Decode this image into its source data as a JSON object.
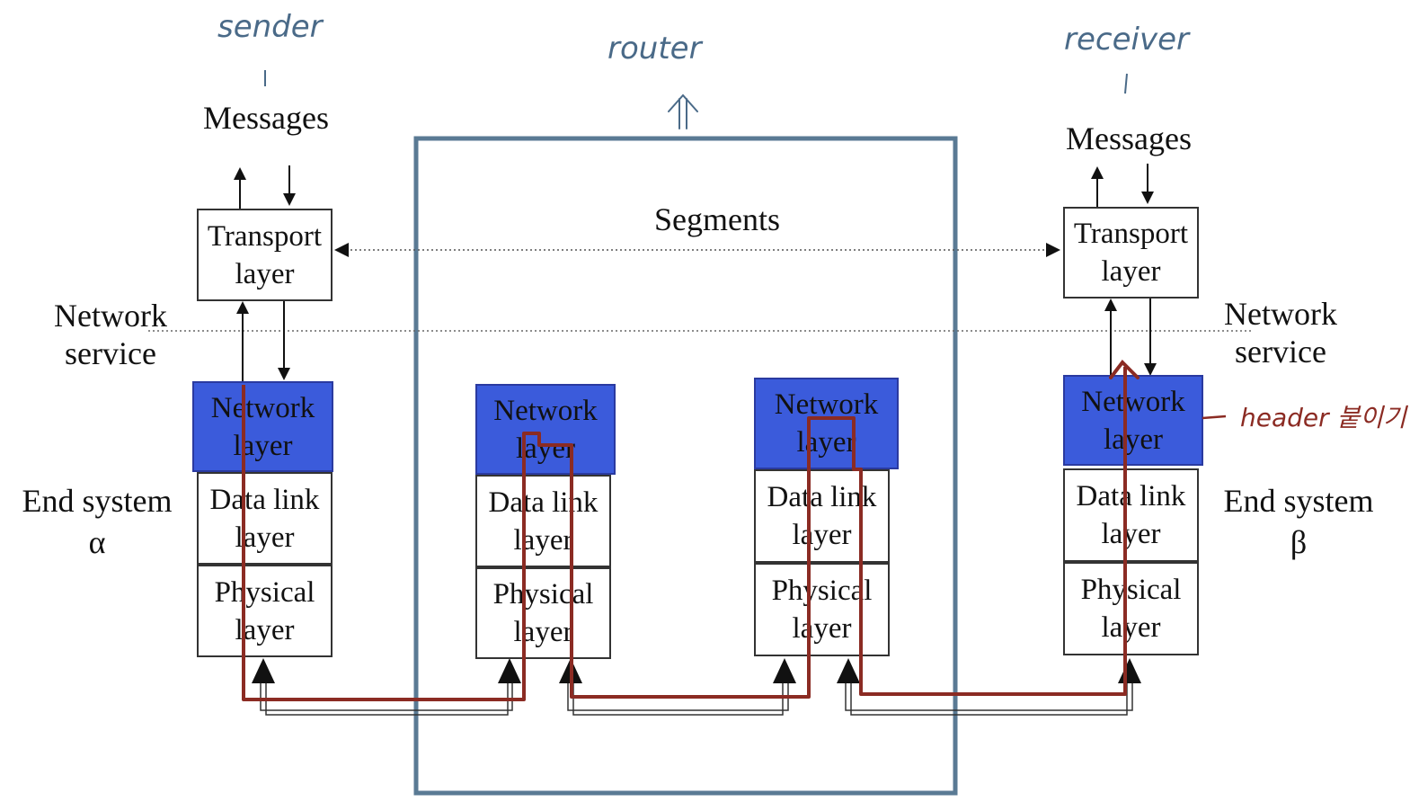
{
  "colors": {
    "network_layer_fill": "#3b5bdb",
    "router_frame": "#5a7a94",
    "packet_path": "#8b2b23",
    "handwriting_blue": "#4a6a88",
    "handwriting_red": "#8b2b23"
  },
  "annotations": {
    "sender": "sender",
    "router": "router",
    "receiver": "receiver",
    "header": "header 붙이기"
  },
  "diagram": {
    "left_messages": "Messages",
    "right_messages": "Messages",
    "segments": "Segments",
    "network_service_left": [
      "Network",
      "service"
    ],
    "network_service_right": [
      "Network",
      "service"
    ],
    "end_system_left": [
      "End system",
      "α"
    ],
    "end_system_right": [
      "End system",
      "β"
    ],
    "layers": {
      "transport": [
        "Transport",
        "layer"
      ],
      "network": [
        "Network",
        "layer"
      ],
      "data_link": [
        "Data link",
        "layer"
      ],
      "physical": [
        "Physical",
        "layer"
      ]
    }
  }
}
